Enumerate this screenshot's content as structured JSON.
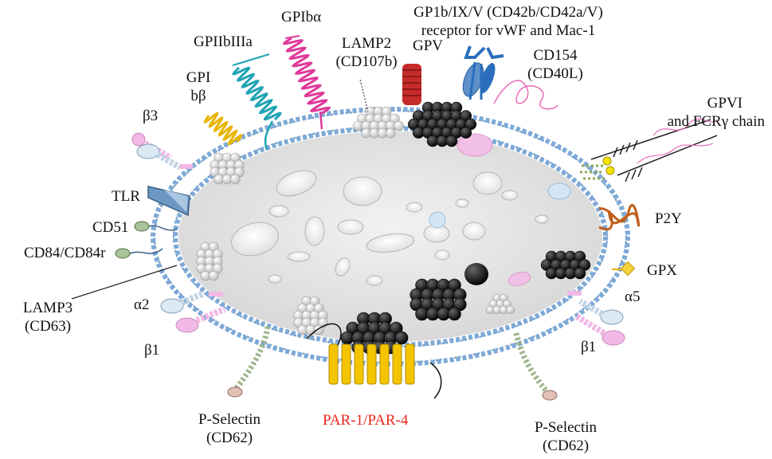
{
  "colors": {
    "membrane": "#7ea9d6",
    "cytoplasm": "#e8e8e8",
    "black_granule": "#111111",
    "white_granule": "#f4f4f4",
    "pink": "#f2b8e6",
    "par_red": "#e8261c",
    "yellow_receptor": "#f4c400",
    "gpv_red": "#c72a2a",
    "gpib_pink": "#e0399a",
    "gpiib_teal": "#1fa3b4",
    "gp1b_blue": "#2a6ebd",
    "p2y_orange": "#c0601c"
  },
  "labels": {
    "gpiibiiia": "GPIIbIIIa",
    "gpiba": "GPIbα",
    "lamp2_line1": "LAMP2",
    "lamp2_line2": "(CD107b)",
    "gpv": "GPV",
    "gp1b_line1": "GP1b/IX/V (CD42b/CD42a/V)",
    "gp1b_line2": "receptor for vWF and Mac-1",
    "gpi_line1": "GPI",
    "gpi_line2": "bβ",
    "cd154_line1": "CD154",
    "cd154_line2": "(CD40L)",
    "beta3": "β3",
    "gpvi_line1": "GPVI",
    "gpvi_line2": "and FCRγ chain",
    "tlr": "TLR",
    "cd51": "CD51",
    "cd84": "CD84/CD84r",
    "p2y": "P2Y",
    "gpx": "GPX",
    "lamp3_line1": "LAMP3",
    "lamp3_line2": "(CD63)",
    "alpha2": "α2",
    "alpha5": "α5",
    "beta1_left": "β1",
    "beta1_right": "β1",
    "pselectin_left_line1": "P-Selectin",
    "pselectin_left_line2": "(CD62)",
    "par": "PAR-1/PAR-4",
    "pselectin_right_line1": "P-Selectin",
    "pselectin_right_line2": "(CD62)"
  }
}
